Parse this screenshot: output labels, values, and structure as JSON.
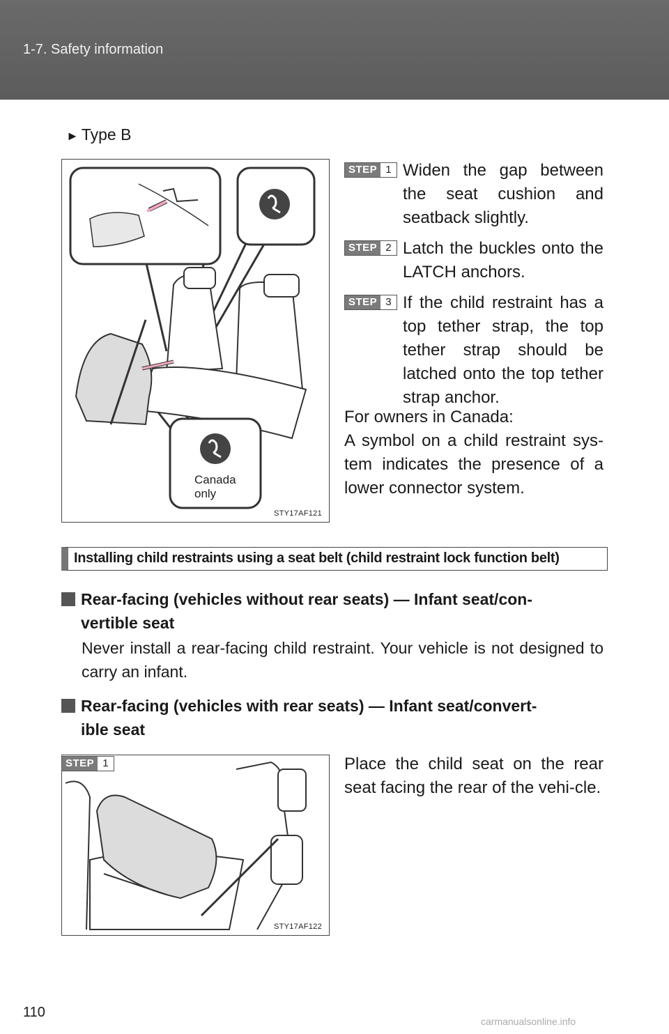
{
  "header": {
    "section": "1-7. Safety information"
  },
  "type_label": "Type B",
  "figure1": {
    "code": "STY17AF121",
    "callout": "Canada only"
  },
  "steps": [
    {
      "badge": "STEP",
      "num": "1",
      "text": "Widen the gap between the seat cushion and seatback slightly."
    },
    {
      "badge": "STEP",
      "num": "2",
      "text": "Latch the buckles onto the LATCH anchors."
    },
    {
      "badge": "STEP",
      "num": "3",
      "text": "If the child restraint has a top tether strap, the top tether strap should be latched onto the top tether strap anchor."
    }
  ],
  "canada": {
    "lead": "For owners in Canada:",
    "text": "A symbol on a child restraint sys-tem indicates the presence of a lower connector system."
  },
  "section_title": "Installing child restraints using a seat belt (child restraint lock function belt)",
  "bullet1": {
    "line1": "Rear-facing (vehicles without rear seats) — Infant seat/con-",
    "line2": "vertible seat",
    "text": "Never install a rear-facing child restraint. Your vehicle is not designed to carry an infant."
  },
  "bullet2": {
    "line1": "Rear-facing (vehicles with rear seats) — Infant seat/convert-",
    "line2": "ible seat",
    "text": "Place the child seat on the rear seat facing the rear of the vehi-cle."
  },
  "figure2": {
    "code": "STY17AF122",
    "badge": "STEP",
    "num": "1"
  },
  "page_number": "110",
  "watermark": "carmanualsonline.info"
}
